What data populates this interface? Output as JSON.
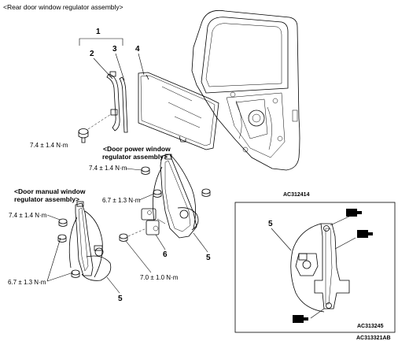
{
  "title": "<Rear door window regulator assembly>",
  "torques": {
    "top_bolt": "7.4 ± 1.4 N·m",
    "power_upper": "7.4 ± 1.4 N·m",
    "power_mid": "6.7 ± 1.3 N·m",
    "power_bottom": "7.0 ± 1.0 N·m",
    "manual_upper": "7.4 ± 1.4 N·m",
    "manual_lower": "6.7 ± 1.3 N·m"
  },
  "sections": {
    "power_line1": "<Door power window",
    "power_line2": "regulator assembly>",
    "manual_line1": "<Door manual window",
    "manual_line2": "regulator assembly>"
  },
  "callouts": {
    "c1": "1",
    "c2": "2",
    "c3": "3",
    "c4": "4",
    "c5_power": "5",
    "c6": "6",
    "c5_manual": "5",
    "c5_inset": "5"
  },
  "codes": {
    "main": "AC312414",
    "inset": "AC313245",
    "figure": "AC313321AB"
  }
}
